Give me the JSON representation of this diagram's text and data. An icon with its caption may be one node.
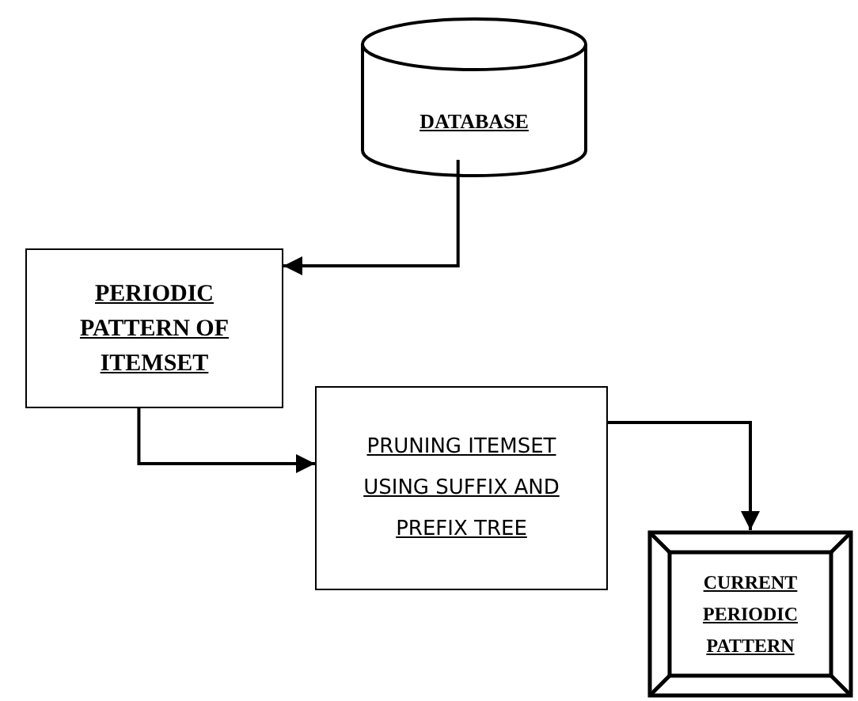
{
  "diagram": {
    "nodes": [
      {
        "text": [
          "DATABASE"
        ]
      },
      {
        "text": [
          "PERIODIC PATTERN OF ITEMSET"
        ]
      },
      {
        "text": [
          "PRUNING ITEMSET USING SUFFIX AND PREFIX TREE"
        ]
      },
      {
        "text": [
          "CURRENT PERIODIC PATTERN"
        ]
      }
    ],
    "edges": [
      {
        "from": 0,
        "to": 1,
        "arrow": "to"
      },
      {
        "from": 1,
        "to": 2,
        "arrow": "to"
      },
      {
        "from": 2,
        "to": 3,
        "arrow": "to"
      }
    ]
  }
}
